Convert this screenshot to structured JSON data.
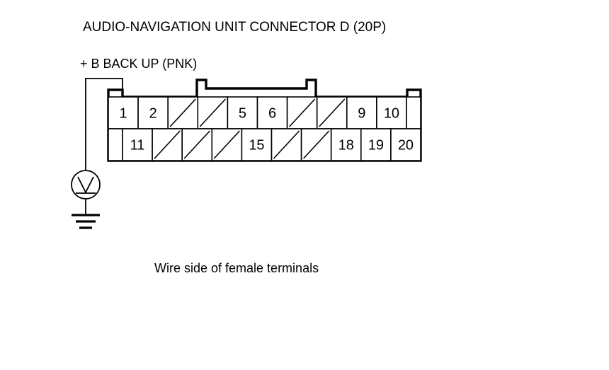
{
  "page": {
    "title": "AUDIO-NAVIGATION UNIT CONNECTOR D (20P)",
    "caption": "Wire side of female terminals",
    "background_color": "#ffffff",
    "line_color": "#000000"
  },
  "wire": {
    "label": "+ B BACK UP (PNK)",
    "connects_to_pin": "1"
  },
  "meter": {
    "symbol": "V",
    "type": "voltmeter",
    "ground_symbol": "earth-ground"
  },
  "connector": {
    "name": "D",
    "pin_count": "20",
    "top_row": [
      {
        "label": "1",
        "type": "pin"
      },
      {
        "label": "2",
        "type": "pin"
      },
      {
        "label": "",
        "type": "blank"
      },
      {
        "label": "",
        "type": "blank"
      },
      {
        "label": "5",
        "type": "pin"
      },
      {
        "label": "6",
        "type": "pin"
      },
      {
        "label": "",
        "type": "blank"
      },
      {
        "label": "",
        "type": "blank"
      },
      {
        "label": "9",
        "type": "pin"
      },
      {
        "label": "10",
        "type": "pin"
      },
      {
        "label": "",
        "type": "empty"
      }
    ],
    "bottom_row": [
      {
        "label": "",
        "type": "empty"
      },
      {
        "label": "11",
        "type": "pin"
      },
      {
        "label": "",
        "type": "blank"
      },
      {
        "label": "",
        "type": "blank"
      },
      {
        "label": "",
        "type": "blank"
      },
      {
        "label": "15",
        "type": "pin"
      },
      {
        "label": "",
        "type": "blank"
      },
      {
        "label": "",
        "type": "blank"
      },
      {
        "label": "18",
        "type": "pin"
      },
      {
        "label": "19",
        "type": "pin"
      },
      {
        "label": "20",
        "type": "pin"
      }
    ]
  }
}
